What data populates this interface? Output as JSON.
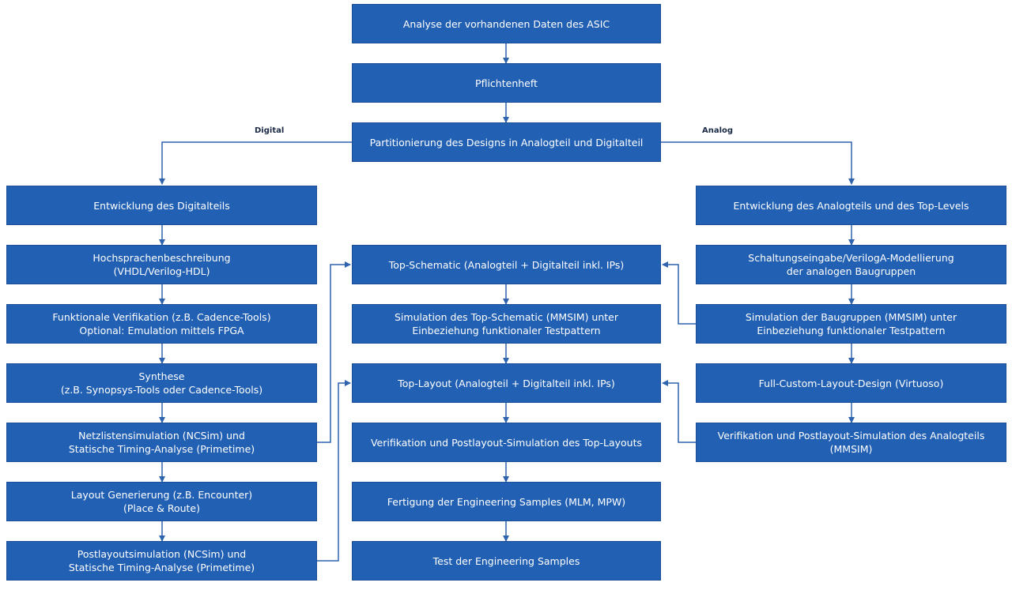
{
  "colors": {
    "box": "#2260b4",
    "box_text": "#ffffff",
    "connector": "#2f63ae"
  },
  "labels": {
    "digital": "Digital",
    "analog": "Analog"
  },
  "top": {
    "analyse": [
      "Analyse der vorhandenen Daten des ASIC"
    ],
    "pflichtenheft": [
      "Pflichtenheft"
    ],
    "partitionierung": [
      "Partitionierung des Designs in Analogteil und Digitalteil"
    ]
  },
  "digital": {
    "entwicklung": [
      "Entwicklung des Digitalteils"
    ],
    "hochsprachen": [
      "Hochsprachenbeschreibung",
      "(VHDL/Verilog-HDL)"
    ],
    "verifikation": [
      "Funktionale Verifikation (z.B. Cadence-Tools)",
      "Optional: Emulation mittels FPGA"
    ],
    "synthese": [
      "Synthese",
      "(z.B. Synopsys-Tools oder Cadence-Tools)"
    ],
    "netzlisten": [
      "Netzlistensimulation (NCSim) und",
      "Statische Timing-Analyse (Primetime)"
    ],
    "layout": [
      "Layout Generierung (z.B. Encounter)",
      "(Place & Route)"
    ],
    "postlayout": [
      "Postlayoutsimulation (NCSim) und",
      "Statische Timing-Analyse (Primetime)"
    ]
  },
  "center": {
    "top_schematic": [
      "Top-Schematic (Analogteil + Digitalteil inkl. IPs)"
    ],
    "simulation_top": [
      "Simulation des Top-Schematic (MMSIM) unter",
      "Einbeziehung funktionaler Testpattern"
    ],
    "top_layout": [
      "Top-Layout (Analogteil + Digitalteil inkl. IPs)"
    ],
    "verifikation_top": [
      "Verifikation und Postlayout-Simulation des Top-Layouts"
    ],
    "fertigung": [
      "Fertigung der Engineering Samples (MLM, MPW)"
    ],
    "test": [
      "Test der Engineering Samples"
    ]
  },
  "analog": {
    "entwicklung": [
      "Entwicklung des Analogteils und des Top-Levels"
    ],
    "schaltung": [
      "Schaltungseingabe/VerilogA-Modellierung",
      "der analogen Baugruppen"
    ],
    "simulation": [
      "Simulation der Baugruppen (MMSIM) unter",
      "Einbeziehung funktionaler Testpattern"
    ],
    "fullcustom": [
      "Full-Custom-Layout-Design (Virtuoso)"
    ],
    "verifikation": [
      "Verifikation und Postlayout-Simulation des Analogteils",
      "(MMSIM)"
    ]
  }
}
